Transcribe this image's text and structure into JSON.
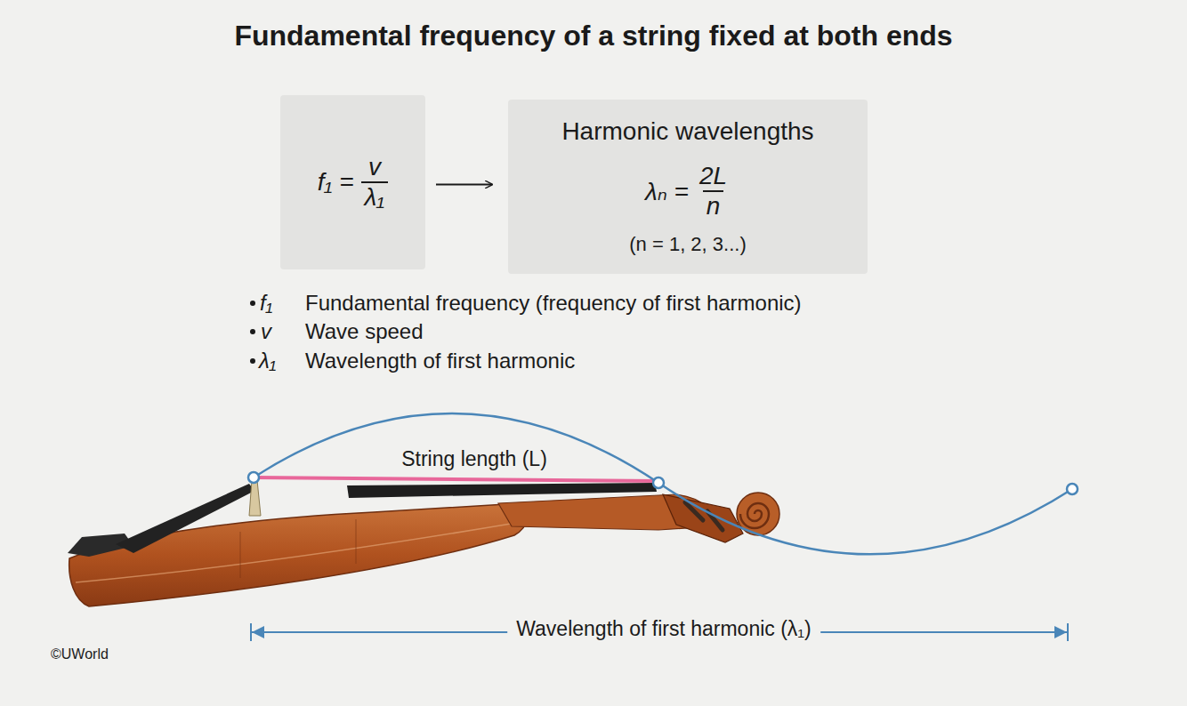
{
  "diagram": {
    "title": "Fundamental frequency of a string fixed at both ends",
    "nodes": [
      {
        "text": [
          "f₁ =",
          "v",
          "λ₁"
        ]
      },
      {
        "text": [
          "Harmonic wavelengths",
          "λₙ =",
          "2L",
          "n",
          "(n = 1, 2, 3...)"
        ]
      }
    ],
    "edges": [
      {
        "from": 0,
        "to": 1,
        "arrow": "to"
      }
    ],
    "labels": [
      "f₁",
      "Fundamental frequency (frequency of first harmonic)",
      "v",
      "Wave speed",
      "λ₁",
      "Wavelength of first harmonic",
      "String length (L)",
      "Wavelength of first harmonic (λ₁)",
      "©UWorld"
    ]
  }
}
